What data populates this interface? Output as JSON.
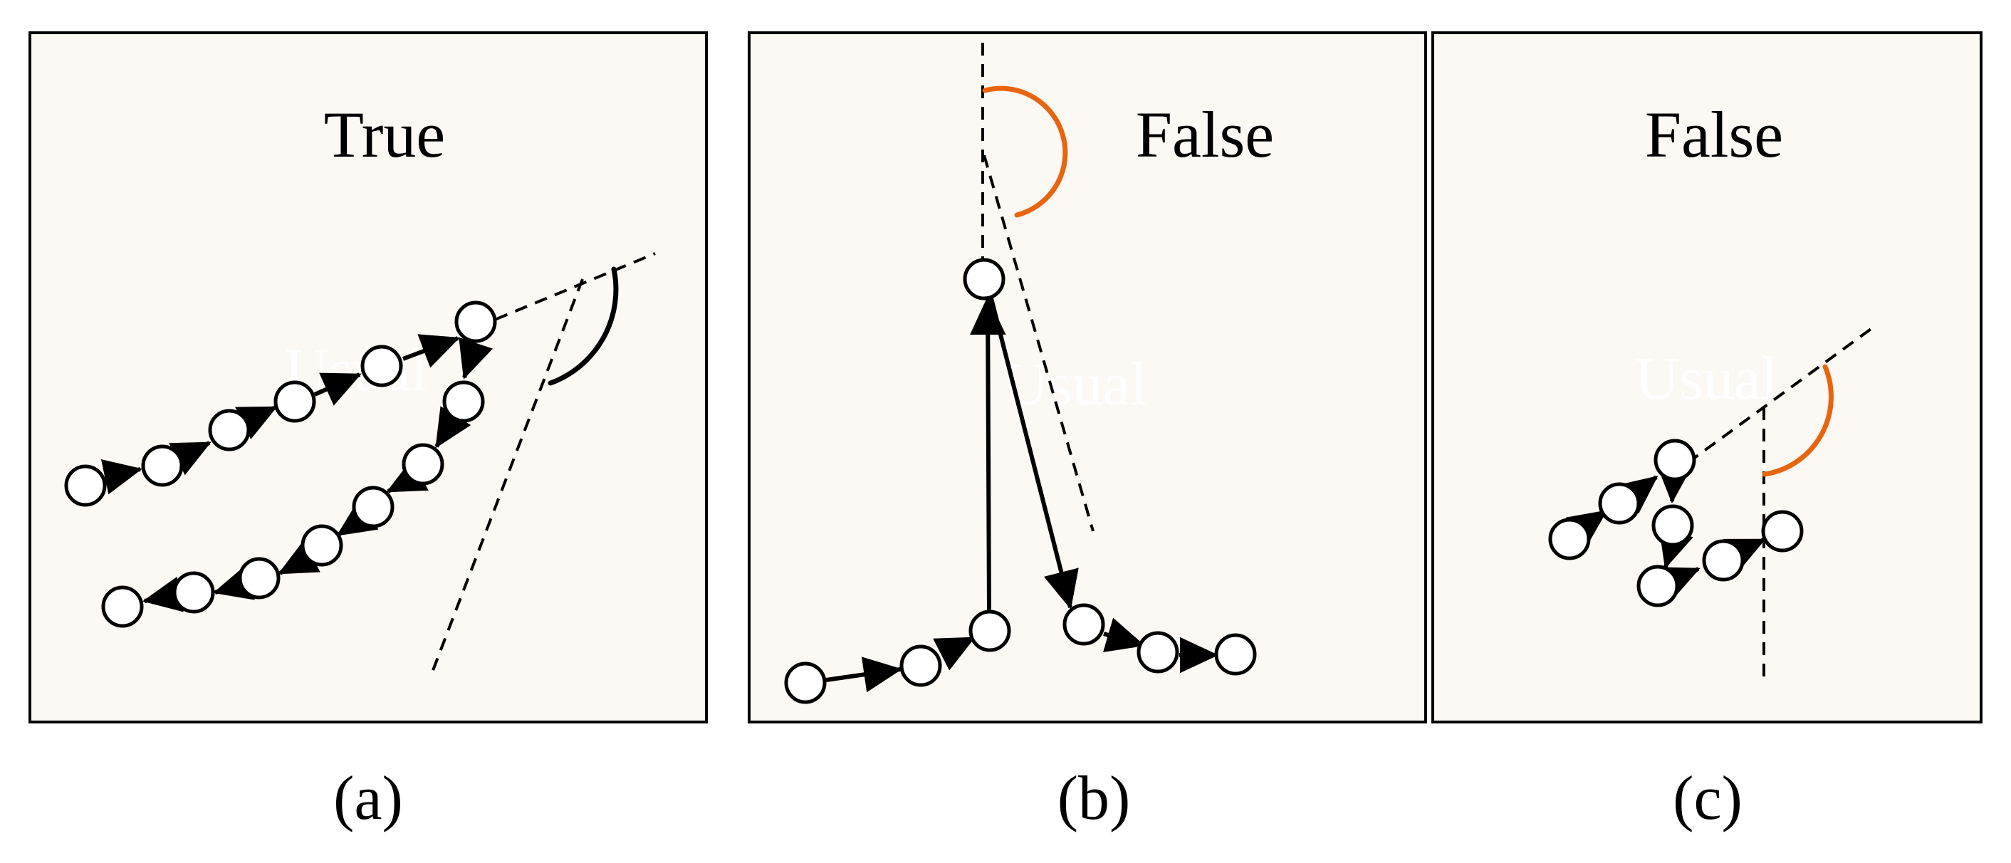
{
  "panels": [
    {
      "id": "a",
      "title": "True",
      "caption": "(a)",
      "watermark": "Usual",
      "angle_color": "#000000"
    },
    {
      "id": "b",
      "title": "False",
      "caption": "(b)",
      "watermark": "Usual",
      "angle_color": "#e8650f"
    },
    {
      "id": "c",
      "title": "False",
      "caption": "(c)",
      "watermark": "Usual",
      "angle_color": "#e8650f"
    }
  ]
}
